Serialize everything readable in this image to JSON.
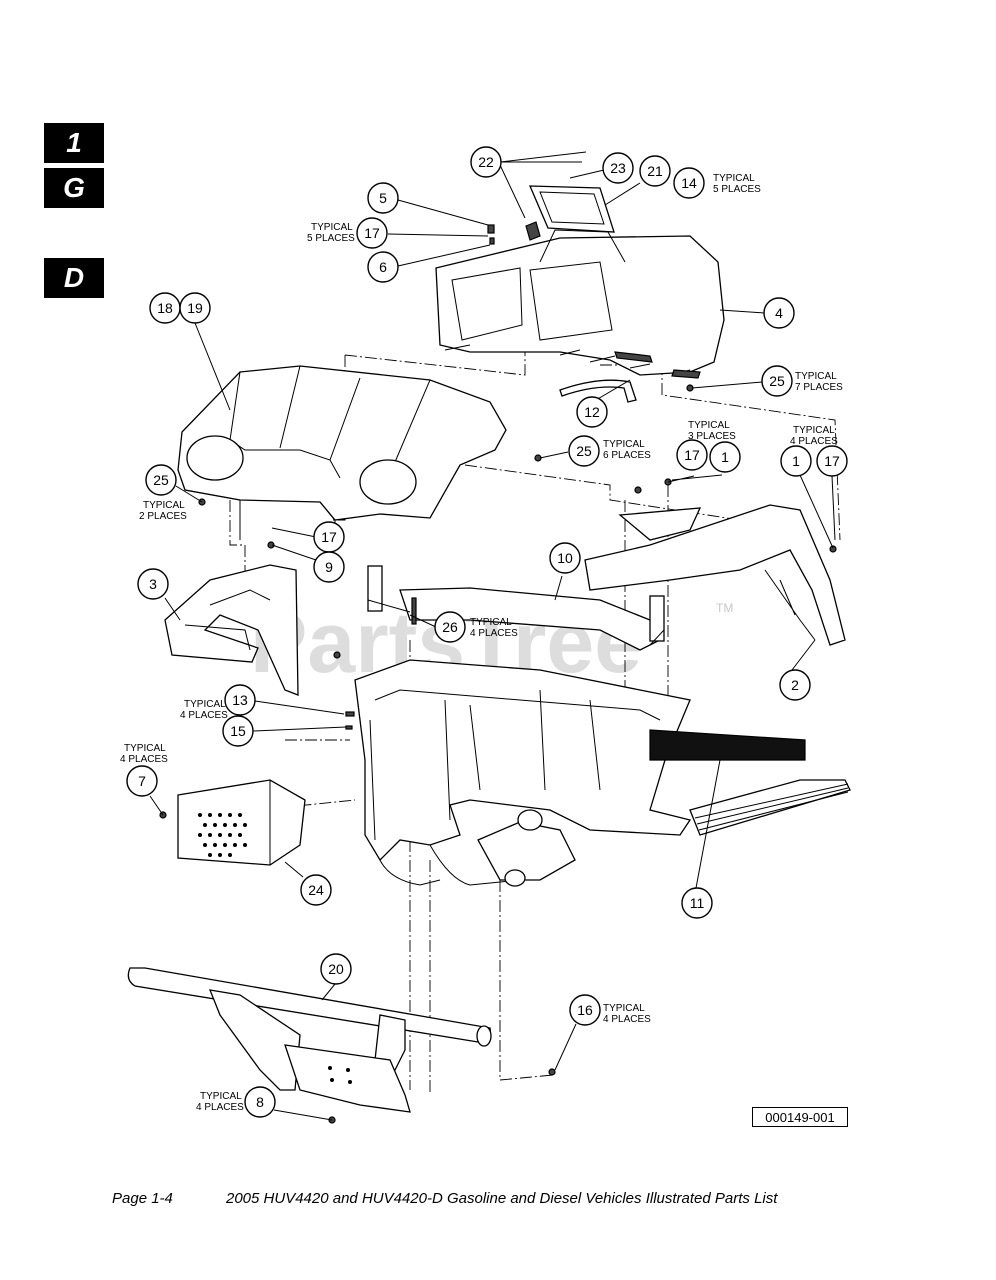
{
  "tabs": [
    "1",
    "G",
    "D"
  ],
  "watermark": "PartsTree",
  "watermark_tm": "TM",
  "drawing_number": "000149-001",
  "footer": {
    "page": "Page 1-4",
    "title": "2005 HUV4420 and HUV4420-D Gasoline and Diesel Vehicles Illustrated Parts List"
  },
  "callouts": [
    "22",
    "23",
    "21",
    "14",
    "5",
    "17",
    "6",
    "4",
    "18",
    "19",
    "25",
    "12",
    "25",
    "17",
    "1",
    "1",
    "17",
    "25",
    "17",
    "9",
    "3",
    "10",
    "26",
    "2",
    "13",
    "15",
    "7",
    "11",
    "24",
    "20",
    "16",
    "8"
  ],
  "notes": [
    [
      "TYPICAL",
      "5 PLACES"
    ],
    [
      "TYPICAL",
      "5 PLACES"
    ],
    [
      "TYPICAL",
      "7 PLACES"
    ],
    [
      "TYPICAL",
      "6 PLACES"
    ],
    [
      "TYPICAL",
      "3 PLACES"
    ],
    [
      "TYPICAL",
      "4 PLACES"
    ],
    [
      "TYPICAL",
      "2 PLACES"
    ],
    [
      "TYPICAL",
      "4 PLACES"
    ],
    [
      "TYPICAL",
      "4 PLACES"
    ],
    [
      "TYPICAL",
      "4 PLACES"
    ],
    [
      "TYPICAL",
      "4 PLACES"
    ],
    [
      "TYPICAL",
      "4 PLACES"
    ]
  ]
}
